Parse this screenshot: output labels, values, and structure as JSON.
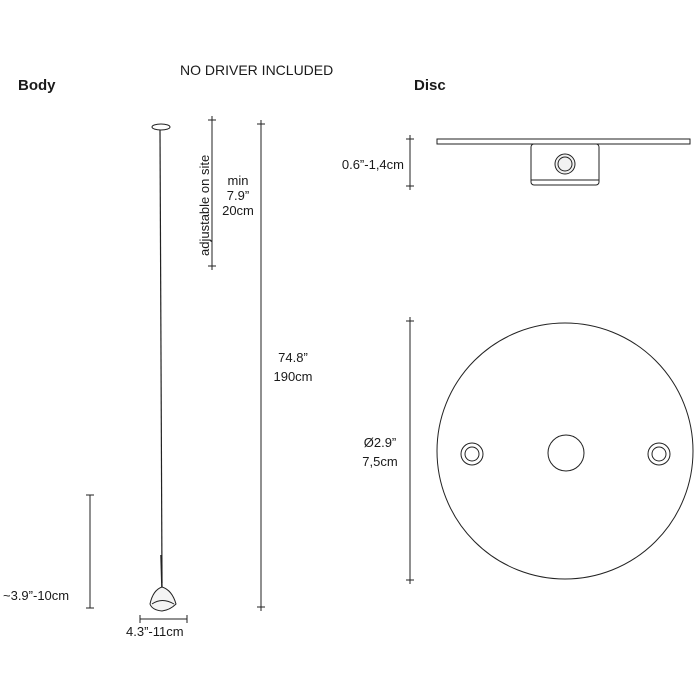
{
  "header": {
    "notice": "NO DRIVER INCLUDED",
    "body_title": "Body",
    "disc_title": "Disc"
  },
  "body_dims": {
    "adjustable": "adjustable on site",
    "min_label": "min",
    "min_in": "7.9”",
    "min_cm": "20cm",
    "total_in": "74.8”",
    "total_cm": "190cm",
    "head_height": "~3.9”-10cm",
    "head_width": "4.3”-11cm"
  },
  "disc_dims": {
    "thickness": "0.6”-1,4cm",
    "diameter_in": "Ø2.9”",
    "diameter_cm": "7,5cm"
  }
}
